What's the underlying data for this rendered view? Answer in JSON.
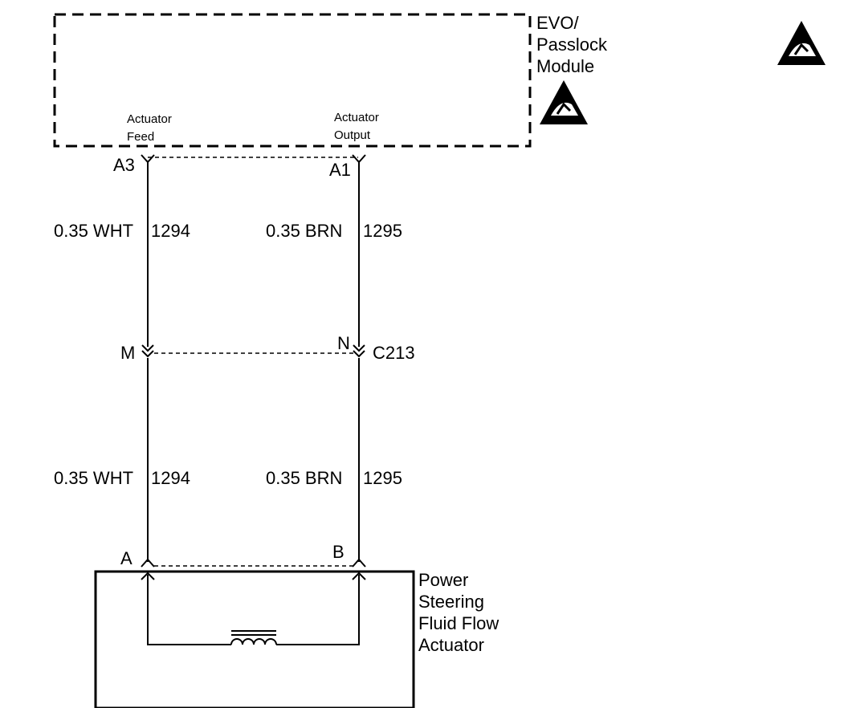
{
  "module": {
    "name_lines": [
      "EVO/",
      "Passlock",
      "Module"
    ],
    "pins": {
      "feed": {
        "name_lines": [
          "Actuator",
          "Feed"
        ],
        "pin": "A3"
      },
      "output": {
        "name_lines": [
          "Actuator",
          "Output"
        ],
        "pin": "A1"
      }
    }
  },
  "wires": {
    "upper_left": {
      "spec": "0.35 WHT",
      "circuit": "1294"
    },
    "upper_right": {
      "spec": "0.35 BRN",
      "circuit": "1295"
    },
    "lower_left": {
      "spec": "0.35 WHT",
      "circuit": "1294"
    },
    "lower_right": {
      "spec": "0.35 BRN",
      "circuit": "1295"
    }
  },
  "connector": {
    "id": "C213",
    "left_pin": "M",
    "right_pin": "N"
  },
  "actuator": {
    "name_lines": [
      "Power",
      "Steering",
      "Fluid Flow",
      "Actuator"
    ],
    "left_pin": "A",
    "right_pin": "B"
  },
  "icons": [
    "esd-warning-icon",
    "esd-warning-icon"
  ]
}
